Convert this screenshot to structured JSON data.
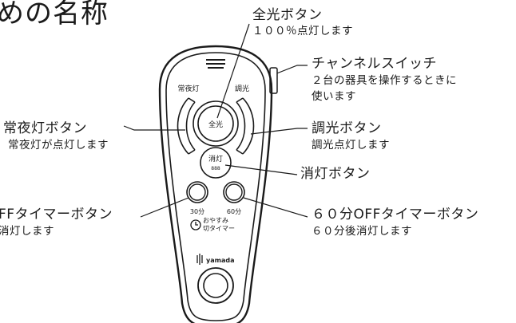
{
  "heading": "めの名称",
  "remote": {
    "button_labels": {
      "night": "常夜灯",
      "dim": "調光",
      "full": "全光",
      "off": "消灯",
      "off_symbol": "888",
      "timer30": "30分",
      "timer60": "60分",
      "sleep_line1": "おやすみ",
      "sleep_line2": "切タイマー",
      "brand": "yamada"
    }
  },
  "callouts": {
    "full": {
      "title": "全光ボタン",
      "desc": "１００％点灯します"
    },
    "channel": {
      "title": "チャンネルスイッチ",
      "desc1": "２台の器具を操作するときに",
      "desc2": "使います"
    },
    "night": {
      "title": "常夜灯ボタン",
      "desc": "常夜灯が点灯します"
    },
    "dim": {
      "title": "調光ボタン",
      "desc": "調光点灯します"
    },
    "off": {
      "title": "消灯ボタン"
    },
    "timer30": {
      "title": "FFタイマーボタン",
      "desc": "消灯します"
    },
    "timer60": {
      "title": "６０分OFFタイマーボタン",
      "desc": "６０分後消灯します"
    }
  },
  "colors": {
    "ink": "#1a1a1a",
    "background": "#ffffff"
  }
}
